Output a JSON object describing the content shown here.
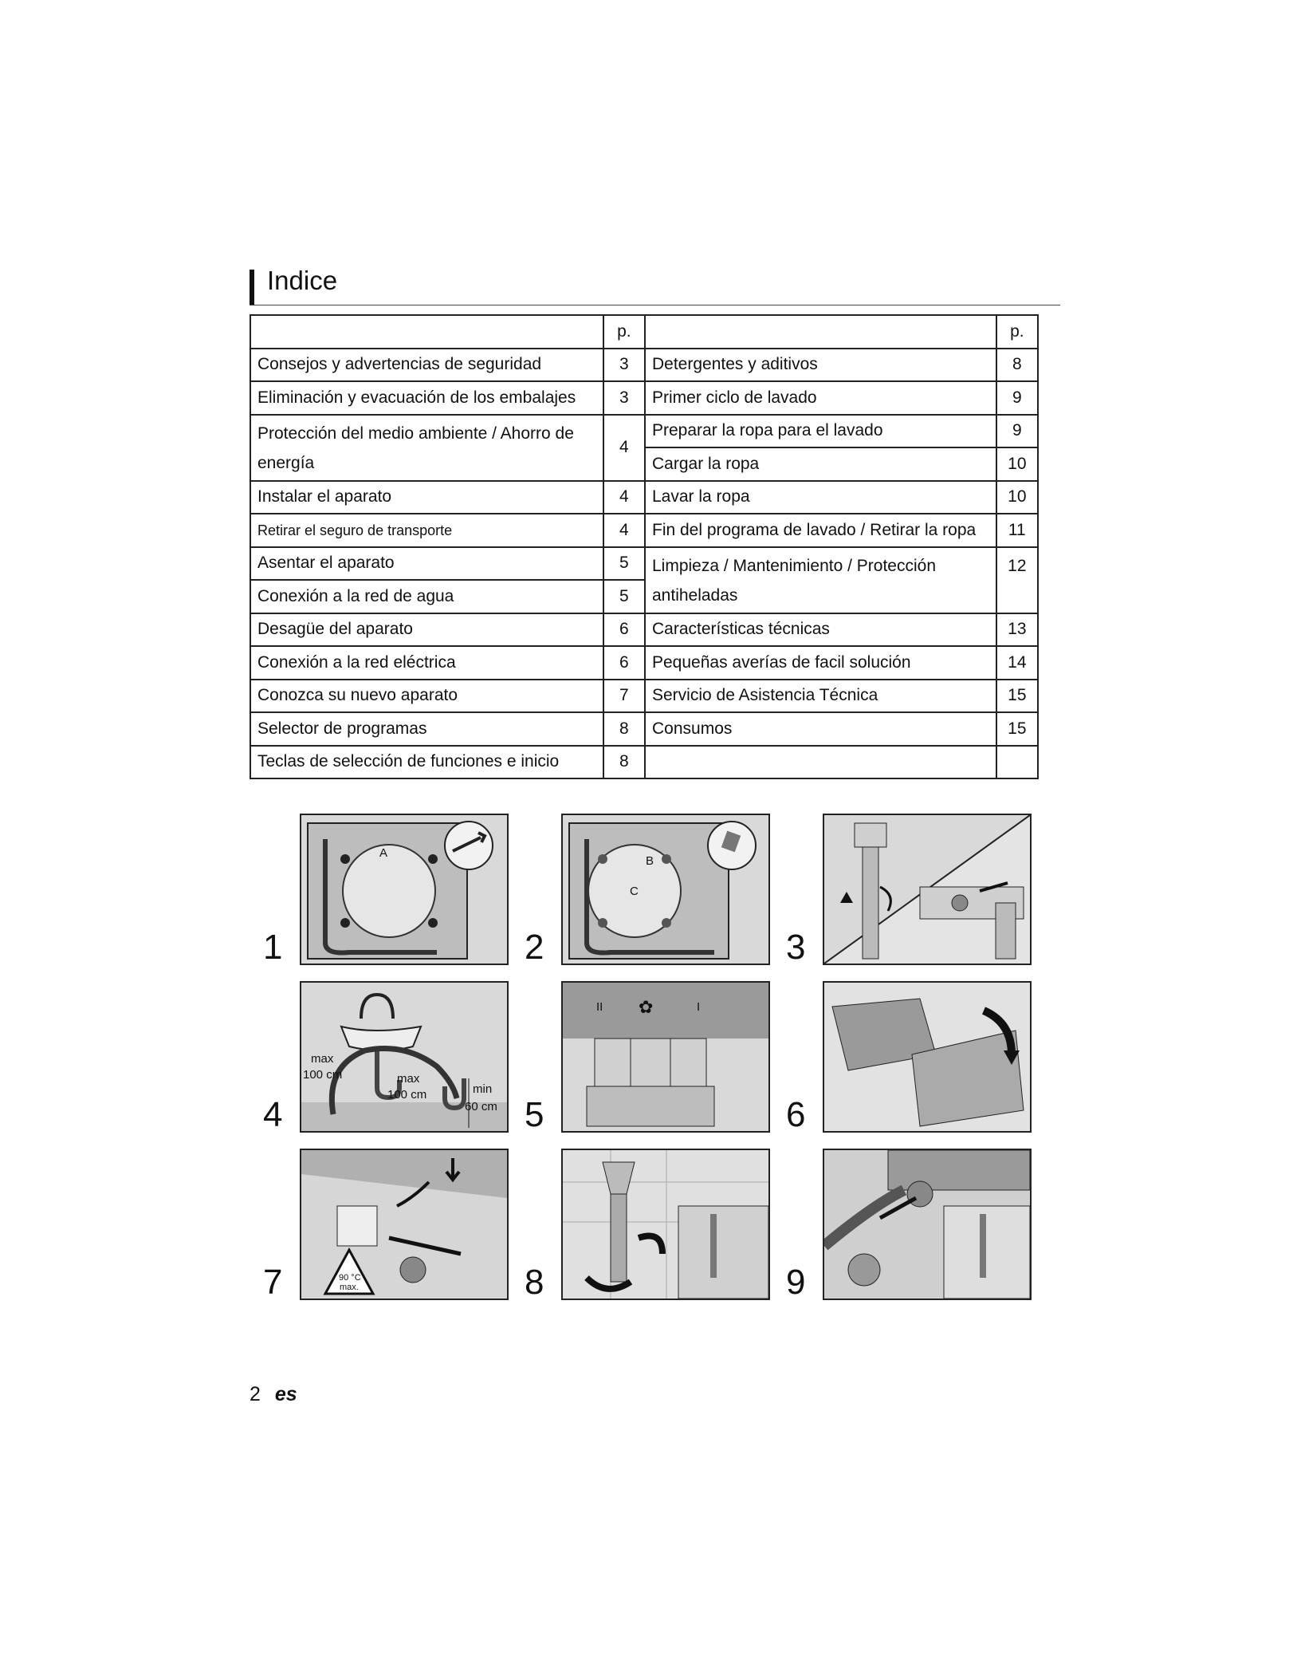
{
  "title": "Indice",
  "header": {
    "page_col": "p."
  },
  "left": [
    {
      "text": "Consejos y advertencias de seguridad",
      "page": "3"
    },
    {
      "text": "Eliminación y evacuación de los embalajes",
      "page": "3"
    },
    {
      "text": "Protección del medio ambiente / Ahorro de energía",
      "page": "4"
    },
    {
      "text": "Instalar el aparato",
      "page": "4"
    },
    {
      "text": "Retirar el seguro de transporte",
      "page": "4"
    },
    {
      "text": "Asentar el aparato",
      "page": "5"
    },
    {
      "text": "Conexión a la red de agua",
      "page": "5"
    },
    {
      "text": "Desagüe del aparato",
      "page": "6"
    },
    {
      "text": "Conexión a la red eléctrica",
      "page": "6"
    },
    {
      "text": "Conozca su nuevo aparato",
      "page": "7"
    },
    {
      "text": "Selector de programas",
      "page": "8"
    },
    {
      "text": "Teclas de selección de funciones e inicio",
      "page": "8"
    }
  ],
  "right": [
    {
      "text": "Detergentes y aditivos",
      "page": "8"
    },
    {
      "text": "Primer ciclo de lavado",
      "page": "9"
    },
    {
      "text": "Preparar la ropa para el lavado",
      "page": "9"
    },
    {
      "text": "Cargar la ropa",
      "page": "10"
    },
    {
      "text": "Lavar la ropa",
      "page": "10"
    },
    {
      "text": "Fin del programa de lavado / Retirar la ropa",
      "page": "11"
    },
    {
      "text": "Limpieza / Mantenimiento / Protección antiheladas",
      "page": "12"
    },
    {
      "text": "Características técnicas",
      "page": "13"
    },
    {
      "text": "Pequeñas averías de facil solución",
      "page": "14"
    },
    {
      "text": "Servicio de Asistencia Técnica",
      "page": "15"
    },
    {
      "text": "Consumos",
      "page": "15"
    }
  ],
  "figures": [
    {
      "num": "1",
      "labels": [
        "A"
      ]
    },
    {
      "num": "2",
      "labels": [
        "B",
        "C"
      ]
    },
    {
      "num": "3",
      "labels": []
    },
    {
      "num": "4",
      "labels": [
        "max",
        "100 cm",
        "max",
        "100 cm",
        "min",
        "60 cm"
      ]
    },
    {
      "num": "5",
      "labels": [
        "II",
        "I"
      ]
    },
    {
      "num": "6",
      "labels": []
    },
    {
      "num": "7",
      "labels": [
        "90 °C",
        "max."
      ]
    },
    {
      "num": "8",
      "labels": []
    },
    {
      "num": "9",
      "labels": []
    }
  ],
  "footer": {
    "page_number": "2",
    "lang": "es"
  }
}
